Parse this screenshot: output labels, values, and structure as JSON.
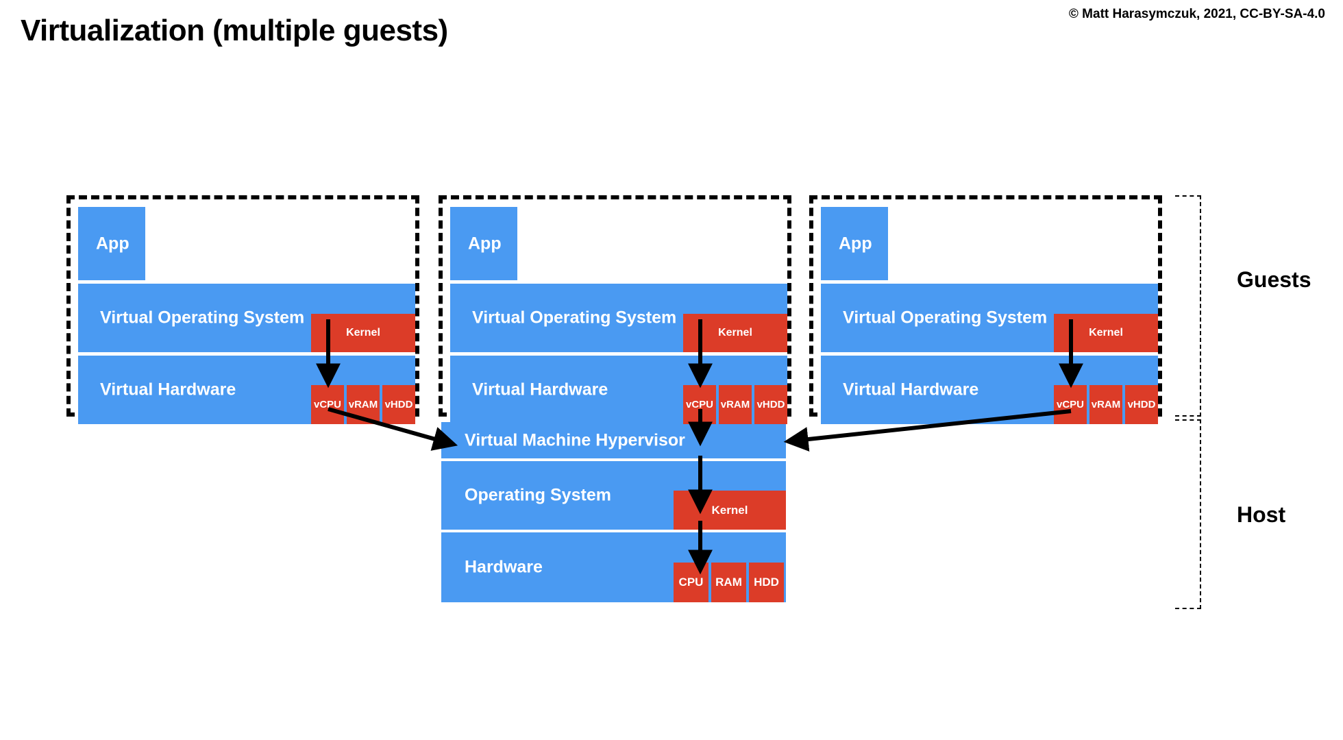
{
  "header": {
    "title": "Virtualization (multiple guests)",
    "copyright": "© Matt Harasymczuk, 2021, CC-BY-SA-4.0"
  },
  "colors": {
    "blue": "#4a9af2",
    "red": "#dc3c28",
    "text_on_block": "#ffffff",
    "outline": "#000000",
    "background": "#ffffff"
  },
  "guests": [
    {
      "app_label": "App",
      "os_label": "Virtual Operating System",
      "hw_label": "Virtual Hardware",
      "kernel_label": "Kernel",
      "devices": [
        "vCPU",
        "vRAM",
        "vHDD"
      ]
    },
    {
      "app_label": "App",
      "os_label": "Virtual Operating System",
      "hw_label": "Virtual Hardware",
      "kernel_label": "Kernel",
      "devices": [
        "vCPU",
        "vRAM",
        "vHDD"
      ]
    },
    {
      "app_label": "App",
      "os_label": "Virtual Operating System",
      "hw_label": "Virtual Hardware",
      "kernel_label": "Kernel",
      "devices": [
        "vCPU",
        "vRAM",
        "vHDD"
      ]
    }
  ],
  "host": {
    "hypervisor_label": "Virtual Machine Hypervisor",
    "os_label": "Operating System",
    "hw_label": "Hardware",
    "kernel_label": "Kernel",
    "devices": [
      "CPU",
      "RAM",
      "HDD"
    ]
  },
  "side_labels": {
    "guests": "Guests",
    "host": "Host"
  }
}
